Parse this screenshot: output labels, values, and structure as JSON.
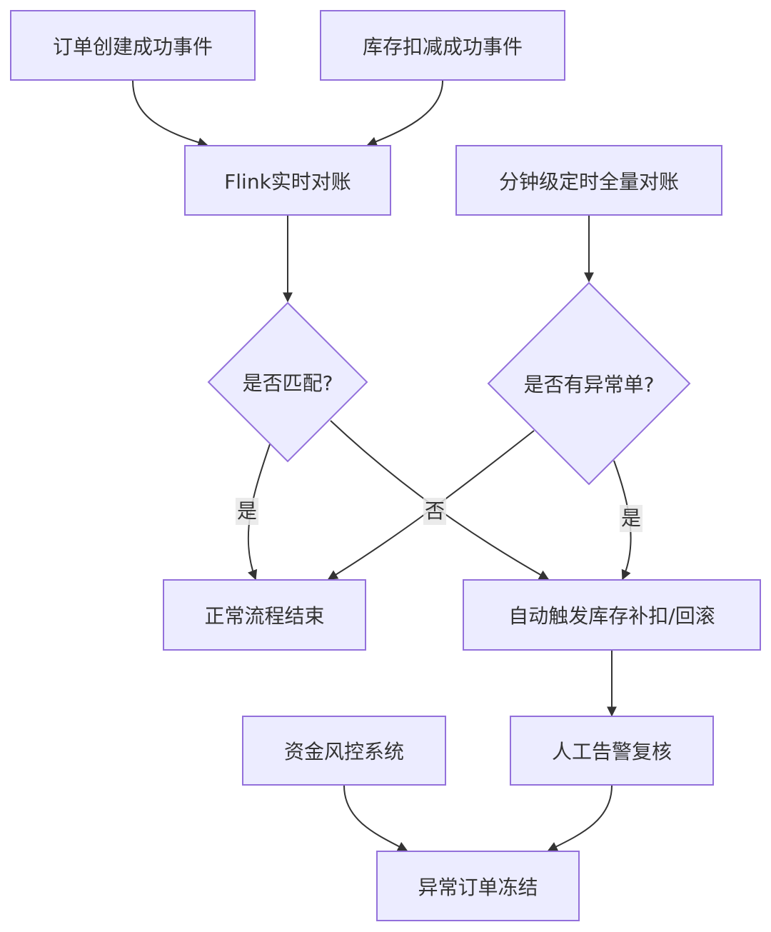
{
  "nodes": {
    "order_created": "订单创建成功事件",
    "stock_deducted": "库存扣减成功事件",
    "flink_recon": "Flink实时对账",
    "minute_recon": "分钟级定时全量对账",
    "match_decision": "是否匹配?",
    "abnormal_decision": "是否有异常单?",
    "normal_end": "正常流程结束",
    "auto_compensate": "自动触发库存补扣/回滚",
    "risk_control": "资金风控系统",
    "manual_review": "人工告警复核",
    "freeze_order": "异常订单冻结"
  },
  "edge_labels": {
    "match_yes": "是",
    "match_no": "否",
    "abnormal_yes": "是"
  },
  "colors": {
    "node_fill": "#ececff",
    "node_border": "#9370db",
    "edge": "#333333",
    "edge_label_bg": "#e8e8e8"
  }
}
